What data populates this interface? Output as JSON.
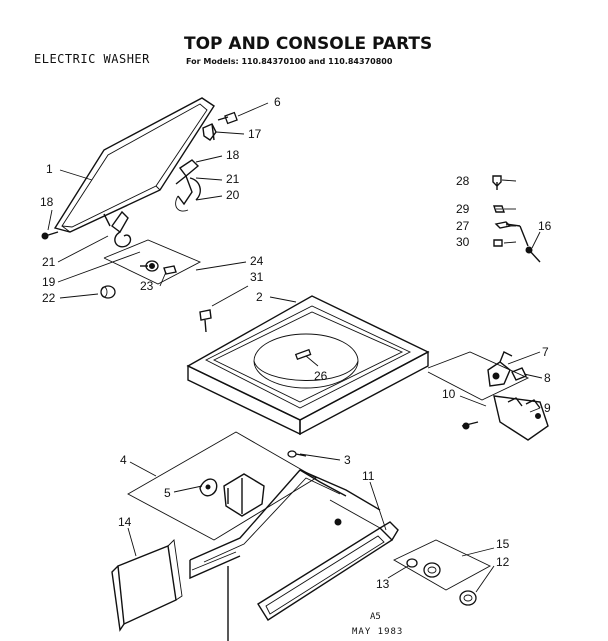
{
  "header": {
    "subtitle": "ELECTRIC WASHER",
    "title": "TOP AND CONSOLE PARTS",
    "models": "For Models: 110.84370100 and 110.84370800"
  },
  "footer": {
    "code": "A5",
    "date": "MAY 1983"
  },
  "callouts": {
    "c1": "1",
    "c2": "2",
    "c3": "3",
    "c4": "4",
    "c5": "5",
    "c6": "6",
    "c7": "7",
    "c8": "8",
    "c9": "9",
    "c10": "10",
    "c11": "11",
    "c12": "12",
    "c13": "13",
    "c14": "14",
    "c15": "15",
    "c16": "16",
    "c17": "17",
    "c18a": "18",
    "c18b": "18",
    "c19": "19",
    "c20": "20",
    "c21a": "21",
    "c21b": "21",
    "c22": "22",
    "c23": "23",
    "c24": "24",
    "c26": "26",
    "c27": "27",
    "c28": "28",
    "c29": "29",
    "c30": "30",
    "c31": "31"
  }
}
